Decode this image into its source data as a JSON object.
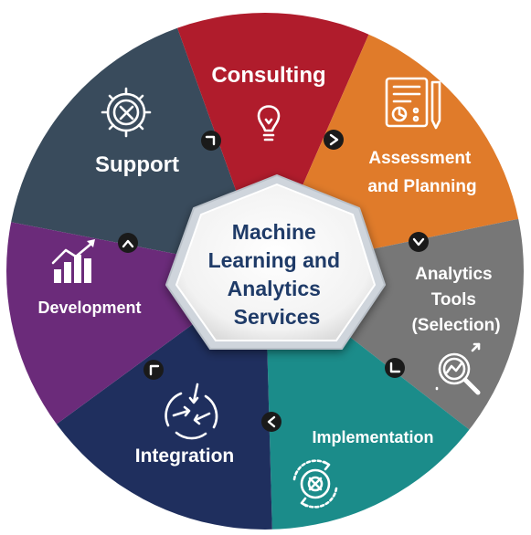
{
  "center": {
    "lines": [
      "Machine",
      "Learning and",
      "Analytics",
      "Services"
    ]
  },
  "segments": [
    {
      "id": "consulting",
      "lines": [
        "Consulting"
      ],
      "color": "#b01c2c",
      "icon": "lightbulb-icon"
    },
    {
      "id": "assessment",
      "lines": [
        "Assessment",
        "and Planning"
      ],
      "color": "#e07b2a",
      "icon": "clipboard-plan-icon"
    },
    {
      "id": "analytics-tools",
      "lines": [
        "Analytics",
        "Tools",
        "(Selection)"
      ],
      "color": "#777777",
      "icon": "magnifier-chart-icon"
    },
    {
      "id": "implementation",
      "lines": [
        "Implementation"
      ],
      "color": "#1b8c8a",
      "icon": "gear-cycle-icon"
    },
    {
      "id": "integration",
      "lines": [
        "Integration"
      ],
      "color": "#1f2f5e",
      "icon": "cycle-arrows-icon"
    },
    {
      "id": "development",
      "lines": [
        "Development"
      ],
      "color": "#6b2b7a",
      "icon": "growth-chart-icon"
    },
    {
      "id": "support",
      "lines": [
        "Support"
      ],
      "color": "#394b5c",
      "icon": "gear-wrench-icon"
    }
  ]
}
